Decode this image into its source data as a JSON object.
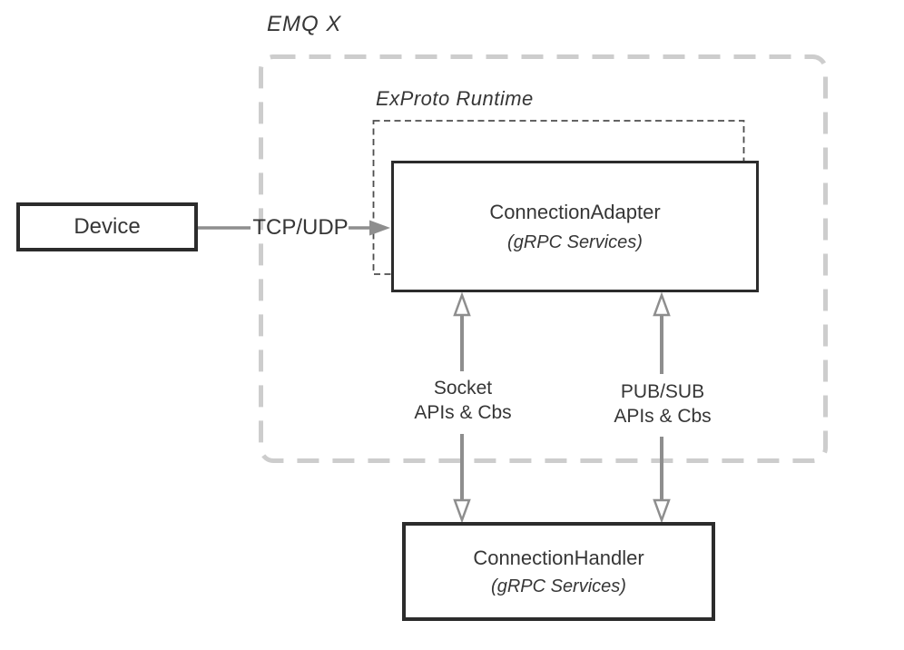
{
  "diagram": {
    "title": "EMQ X",
    "runtime_label": "ExProto Runtime",
    "nodes": {
      "device": {
        "label": "Device"
      },
      "adapter": {
        "title": "ConnectionAdapter",
        "subtitle": "(gRPC Services)"
      },
      "handler": {
        "title": "ConnectionHandler",
        "subtitle": "(gRPC Services)"
      }
    },
    "edges": {
      "tcp_udp": {
        "label": "TCP/UDP"
      },
      "socket": {
        "line1": "Socket",
        "line2": "APIs & Cbs"
      },
      "pubsub": {
        "line1": "PUB/SUB",
        "line2": "APIs & Cbs"
      }
    },
    "colors": {
      "background": "#ffffff",
      "box_border": "#2c2c2c",
      "text": "#363636",
      "arrow_gray": "#8e8e8e",
      "outer_dash_gray": "#cdcdcd",
      "inner_dash_dark": "#4d4d4d"
    }
  }
}
